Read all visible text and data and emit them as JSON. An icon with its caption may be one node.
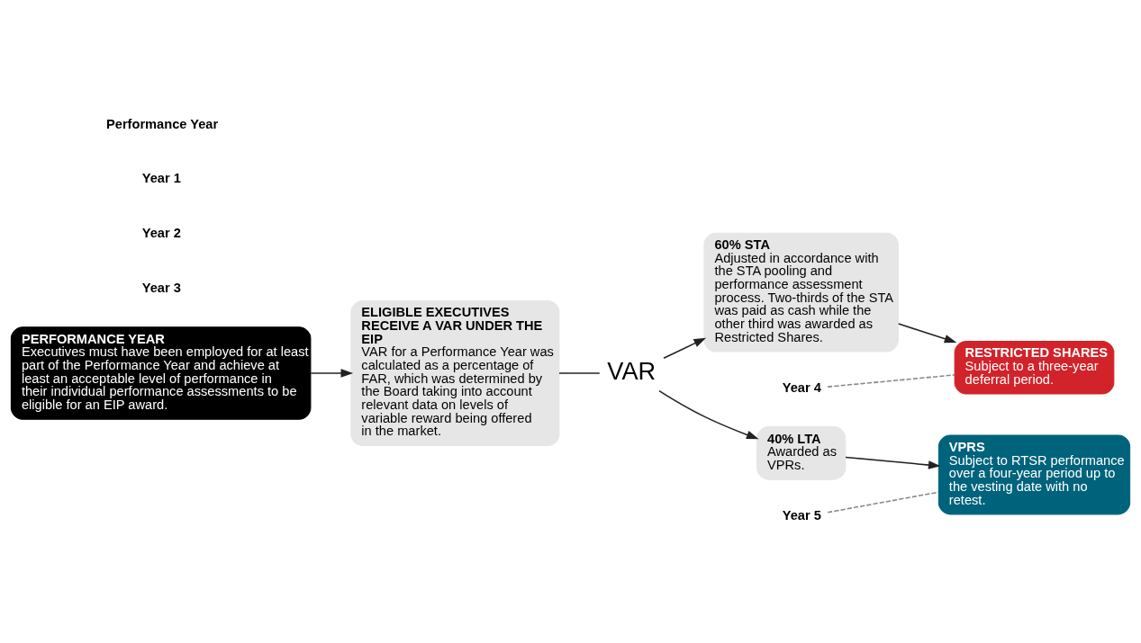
{
  "diagram": {
    "nodes": [
      {
        "text": [
          "PERFORMANCE YEAR",
          "Executives must have been employed for at least part of the Performance Year and achieve at least an acceptable level of performance in their individual performance assessments to be eligible for an EIP award."
        ]
      },
      {
        "text": [
          "ELIGIBLE EXECUTIVES RECEIVE A VAR UNDER THE EIP",
          "VAR for a Performance Year was calculated as a percentage of FAR, which was determined by the Board taking into account relevant data on levels of variable reward being offered in the market."
        ]
      },
      {
        "text": [
          "VAR"
        ]
      },
      {
        "text": [
          "60% STA",
          "Adjusted in accordance with the STA pooling and performance assessment process. Two-thirds of the STA was paid as cash while the other third was awarded as Restricted Shares."
        ]
      },
      {
        "text": [
          "40% LTA",
          "Awarded as VPRs."
        ]
      },
      {
        "text": [
          "Year 4"
        ]
      },
      {
        "text": [
          "Year 5"
        ]
      },
      {
        "text": [
          "RESTRICTED SHARES",
          "Subject to a three-year deferral period."
        ]
      },
      {
        "text": [
          "VPRS",
          "Subject to RTSR performance over a four-year period up to the vesting date with no retest."
        ]
      }
    ],
    "edges": [
      {
        "from": 0,
        "to": 1,
        "arrow": "to"
      },
      {
        "from": 1,
        "to": 2,
        "arrow": "none"
      },
      {
        "from": 2,
        "to": 3,
        "arrow": "to"
      },
      {
        "from": 2,
        "to": 4,
        "arrow": "to"
      },
      {
        "from": 3,
        "to": 7,
        "arrow": "to"
      },
      {
        "from": 4,
        "to": 8,
        "arrow": "to"
      },
      {
        "from": 5,
        "to": 7,
        "arrow": "none",
        "style": "dashed",
        "color": "#888888"
      },
      {
        "from": 6,
        "to": 8,
        "arrow": "none",
        "style": "dashed",
        "color": "#888888"
      }
    ],
    "labels": [
      "Performance Year",
      "Year 1",
      "Year 2",
      "Year 3"
    ]
  }
}
